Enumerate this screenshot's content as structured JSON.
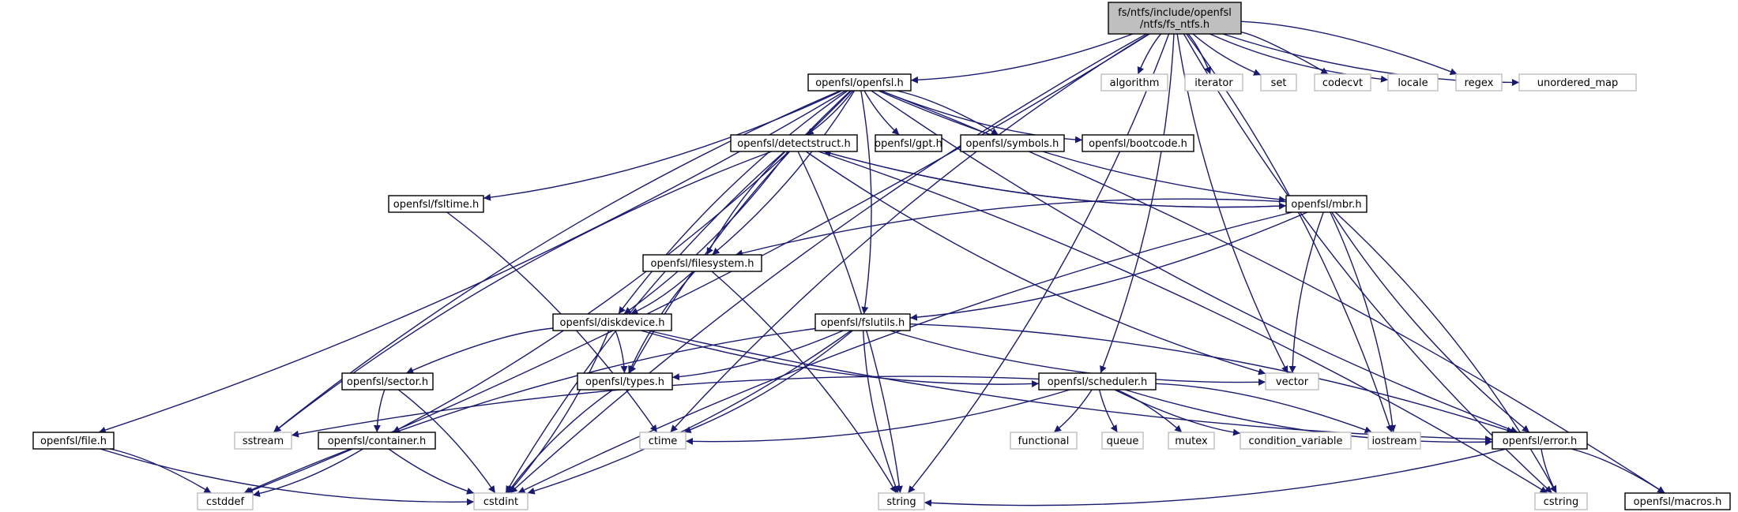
{
  "graph": {
    "type": "include-dependency-graph",
    "colors": {
      "edge": "#191970",
      "root_fill": "#bfbfbf",
      "system_border": "#bfbfbf",
      "project_border": "#000000"
    },
    "nodes": [
      {
        "id": "root",
        "lines": [
          "fs/ntfs/include/openfsl",
          "/ntfs/fs_ntfs.h"
        ],
        "kind": "root"
      },
      {
        "id": "openfsl",
        "lines": [
          "openfsl/openfsl.h"
        ],
        "kind": "project"
      },
      {
        "id": "algorithm",
        "lines": [
          "algorithm"
        ],
        "kind": "system"
      },
      {
        "id": "iterator",
        "lines": [
          "iterator"
        ],
        "kind": "system"
      },
      {
        "id": "set",
        "lines": [
          "set"
        ],
        "kind": "system"
      },
      {
        "id": "codecvt",
        "lines": [
          "codecvt"
        ],
        "kind": "system"
      },
      {
        "id": "locale",
        "lines": [
          "locale"
        ],
        "kind": "system"
      },
      {
        "id": "regex",
        "lines": [
          "regex"
        ],
        "kind": "system"
      },
      {
        "id": "unordered_map",
        "lines": [
          "unordered_map"
        ],
        "kind": "system"
      },
      {
        "id": "detectstruct",
        "lines": [
          "openfsl/detectstruct.h"
        ],
        "kind": "project"
      },
      {
        "id": "gpt",
        "lines": [
          "openfsl/gpt.h"
        ],
        "kind": "project"
      },
      {
        "id": "symbols",
        "lines": [
          "openfsl/symbols.h"
        ],
        "kind": "project"
      },
      {
        "id": "bootcode",
        "lines": [
          "openfsl/bootcode.h"
        ],
        "kind": "project"
      },
      {
        "id": "fsltime",
        "lines": [
          "openfsl/fsltime.h"
        ],
        "kind": "project"
      },
      {
        "id": "mbr",
        "lines": [
          "openfsl/mbr.h"
        ],
        "kind": "project"
      },
      {
        "id": "filesystem",
        "lines": [
          "openfsl/filesystem.h"
        ],
        "kind": "project"
      },
      {
        "id": "diskdevice",
        "lines": [
          "openfsl/diskdevice.h"
        ],
        "kind": "project"
      },
      {
        "id": "fslutils",
        "lines": [
          "openfsl/fslutils.h"
        ],
        "kind": "project"
      },
      {
        "id": "sector",
        "lines": [
          "openfsl/sector.h"
        ],
        "kind": "project"
      },
      {
        "id": "types",
        "lines": [
          "openfsl/types.h"
        ],
        "kind": "project"
      },
      {
        "id": "scheduler",
        "lines": [
          "openfsl/scheduler.h"
        ],
        "kind": "project"
      },
      {
        "id": "vector",
        "lines": [
          "vector"
        ],
        "kind": "system"
      },
      {
        "id": "file",
        "lines": [
          "openfsl/file.h"
        ],
        "kind": "project"
      },
      {
        "id": "sstream",
        "lines": [
          "sstream"
        ],
        "kind": "system"
      },
      {
        "id": "container",
        "lines": [
          "openfsl/container.h"
        ],
        "kind": "project"
      },
      {
        "id": "ctime",
        "lines": [
          "ctime"
        ],
        "kind": "system"
      },
      {
        "id": "functional",
        "lines": [
          "functional"
        ],
        "kind": "system"
      },
      {
        "id": "queue",
        "lines": [
          "queue"
        ],
        "kind": "system"
      },
      {
        "id": "mutex",
        "lines": [
          "mutex"
        ],
        "kind": "system"
      },
      {
        "id": "condition_variable",
        "lines": [
          "condition_variable"
        ],
        "kind": "system"
      },
      {
        "id": "iostream",
        "lines": [
          "iostream"
        ],
        "kind": "system"
      },
      {
        "id": "error",
        "lines": [
          "openfsl/error.h"
        ],
        "kind": "project"
      },
      {
        "id": "cstddef",
        "lines": [
          "cstddef"
        ],
        "kind": "system"
      },
      {
        "id": "cstdint",
        "lines": [
          "cstdint"
        ],
        "kind": "system"
      },
      {
        "id": "string",
        "lines": [
          "string"
        ],
        "kind": "system"
      },
      {
        "id": "cstring",
        "lines": [
          "cstring"
        ],
        "kind": "system"
      },
      {
        "id": "macros",
        "lines": [
          "openfsl/macros.h"
        ],
        "kind": "project"
      }
    ],
    "edges": [
      [
        "root",
        "openfsl"
      ],
      [
        "root",
        "algorithm"
      ],
      [
        "root",
        "iterator"
      ],
      [
        "root",
        "set"
      ],
      [
        "root",
        "codecvt"
      ],
      [
        "root",
        "locale"
      ],
      [
        "root",
        "regex"
      ],
      [
        "root",
        "unordered_map"
      ],
      [
        "root",
        "cstddef"
      ],
      [
        "root",
        "cstdint"
      ],
      [
        "root",
        "string"
      ],
      [
        "root",
        "ctime"
      ],
      [
        "root",
        "iostream"
      ],
      [
        "root",
        "vector"
      ],
      [
        "root",
        "scheduler"
      ],
      [
        "root",
        "cstring"
      ],
      [
        "openfsl",
        "detectstruct"
      ],
      [
        "openfsl",
        "gpt"
      ],
      [
        "openfsl",
        "symbols"
      ],
      [
        "openfsl",
        "bootcode"
      ],
      [
        "openfsl",
        "fsltime"
      ],
      [
        "openfsl",
        "mbr"
      ],
      [
        "openfsl",
        "filesystem"
      ],
      [
        "openfsl",
        "diskdevice"
      ],
      [
        "openfsl",
        "fslutils"
      ],
      [
        "openfsl",
        "types"
      ],
      [
        "openfsl",
        "file"
      ],
      [
        "openfsl",
        "sstream"
      ],
      [
        "openfsl",
        "container"
      ],
      [
        "openfsl",
        "error"
      ],
      [
        "openfsl",
        "macros"
      ],
      [
        "detectstruct",
        "mbr"
      ],
      [
        "mbr",
        "detectstruct"
      ],
      [
        "detectstruct",
        "filesystem"
      ],
      [
        "detectstruct",
        "diskdevice"
      ],
      [
        "detectstruct",
        "cstdint"
      ],
      [
        "detectstruct",
        "string"
      ],
      [
        "detectstruct",
        "vector"
      ],
      [
        "detectstruct",
        "cstring"
      ],
      [
        "detectstruct",
        "sstream"
      ],
      [
        "fsltime",
        "ctime"
      ],
      [
        "mbr",
        "filesystem"
      ],
      [
        "mbr",
        "fslutils"
      ],
      [
        "mbr",
        "vector"
      ],
      [
        "mbr",
        "iostream"
      ],
      [
        "mbr",
        "error"
      ],
      [
        "mbr",
        "cstring"
      ],
      [
        "mbr",
        "cstdint"
      ],
      [
        "filesystem",
        "diskdevice"
      ],
      [
        "filesystem",
        "types"
      ],
      [
        "filesystem",
        "string"
      ],
      [
        "diskdevice",
        "sector"
      ],
      [
        "diskdevice",
        "types"
      ],
      [
        "diskdevice",
        "scheduler"
      ],
      [
        "diskdevice",
        "cstdint"
      ],
      [
        "diskdevice",
        "error"
      ],
      [
        "fslutils",
        "types"
      ],
      [
        "fslutils",
        "vector"
      ],
      [
        "fslutils",
        "ctime"
      ],
      [
        "fslutils",
        "string"
      ],
      [
        "fslutils",
        "cstdint"
      ],
      [
        "fslutils",
        "cstddef"
      ],
      [
        "fslutils",
        "error"
      ],
      [
        "sector",
        "container"
      ],
      [
        "sector",
        "cstdint"
      ],
      [
        "types",
        "cstdint"
      ],
      [
        "scheduler",
        "functional"
      ],
      [
        "scheduler",
        "queue"
      ],
      [
        "scheduler",
        "mutex"
      ],
      [
        "scheduler",
        "condition_variable"
      ],
      [
        "scheduler",
        "iostream"
      ],
      [
        "scheduler",
        "error"
      ],
      [
        "scheduler",
        "ctime"
      ],
      [
        "scheduler",
        "sstream"
      ],
      [
        "file",
        "cstddef"
      ],
      [
        "file",
        "cstdint"
      ],
      [
        "container",
        "cstddef"
      ],
      [
        "container",
        "cstdint"
      ],
      [
        "error",
        "string"
      ],
      [
        "error",
        "cstring"
      ],
      [
        "error",
        "macros"
      ]
    ]
  }
}
